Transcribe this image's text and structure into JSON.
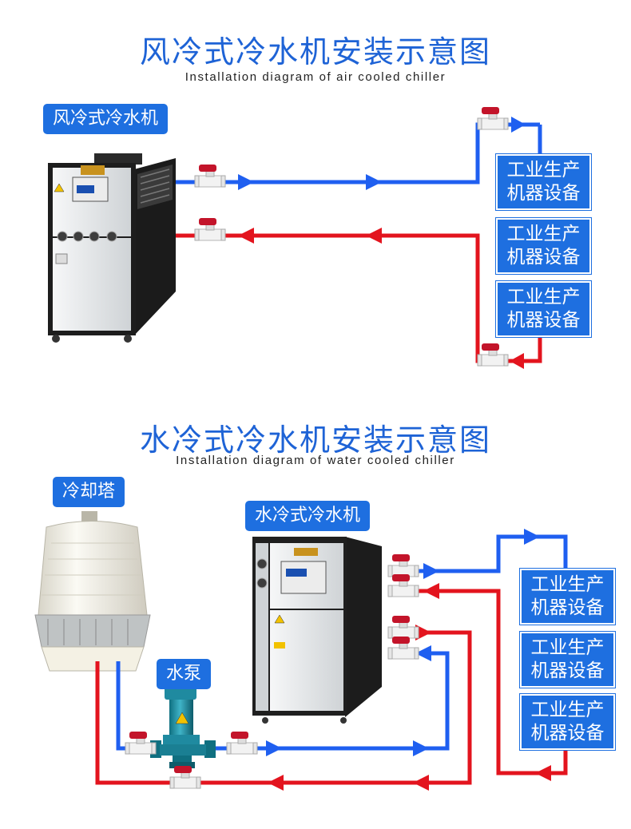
{
  "colors": {
    "accent": "#1e6fe0",
    "supply": "#1f5ff0",
    "return": "#e3141e"
  },
  "air": {
    "title": "风冷式冷水机安装示意图",
    "subtitle": "Installation diagram of air cooled chiller",
    "unit_label": "风冷式冷水机",
    "equipment": [
      {
        "line1": "工业生产",
        "line2": "机器设备"
      },
      {
        "line1": "工业生产",
        "line2": "机器设备"
      },
      {
        "line1": "工业生产",
        "line2": "机器设备"
      }
    ]
  },
  "water": {
    "title": "水冷式冷水机安装示意图",
    "subtitle": "Installation diagram of water cooled chiller",
    "tower_label": "冷却塔",
    "pump_label": "水泵",
    "unit_label": "水冷式冷水机",
    "equipment": [
      {
        "line1": "工业生产",
        "line2": "机器设备"
      },
      {
        "line1": "工业生产",
        "line2": "机器设备"
      },
      {
        "line1": "工业生产",
        "line2": "机器设备"
      }
    ]
  }
}
